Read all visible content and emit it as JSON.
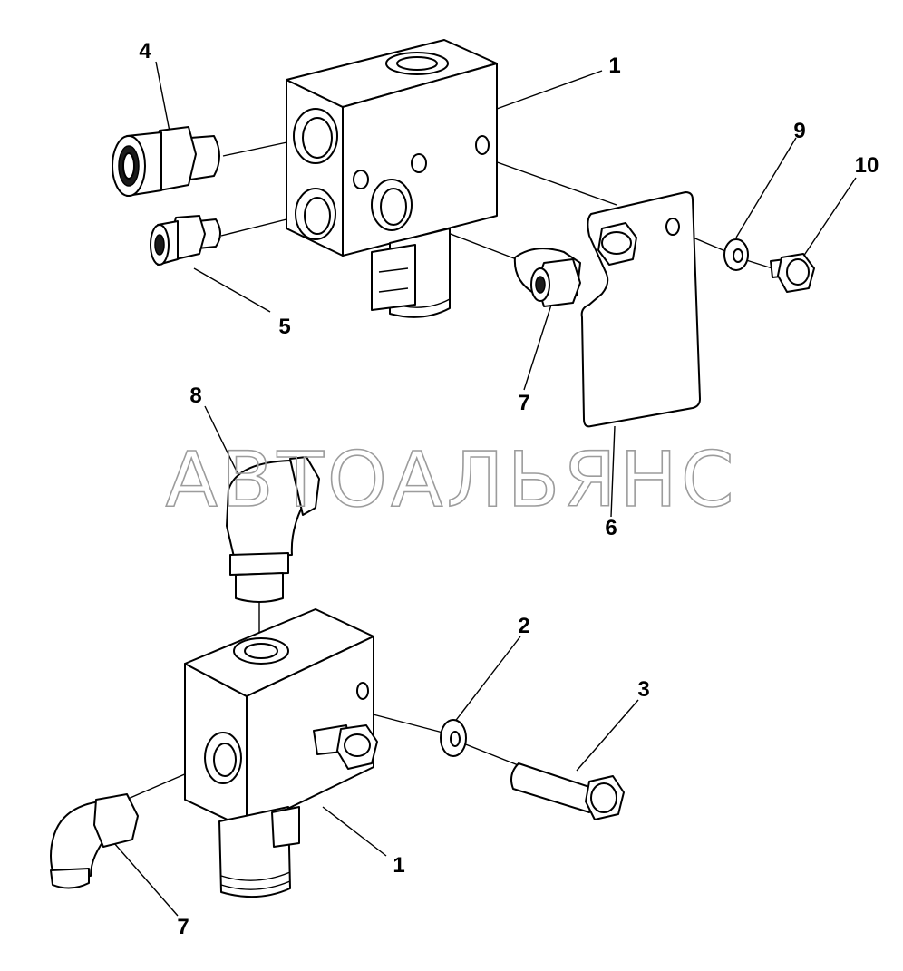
{
  "watermark": {
    "text": "АВТОАЛЬЯНС",
    "color": "#9c9c9c"
  },
  "callouts": {
    "top_block": "1",
    "top_fitting_large": "4",
    "top_fitting_small": "5",
    "top_elbow": "7",
    "bracket": "6",
    "washer_top": "9",
    "bolt_top": "10",
    "elbow_large": "8",
    "washer_bottom": "2",
    "bolt_bottom": "3",
    "bottom_block": "1",
    "bottom_elbow": "7"
  },
  "icons": {
    "valve_block": "valve-block-icon",
    "fitting": "hydraulic-fitting-icon",
    "elbow": "elbow-fitting-icon",
    "bracket": "mounting-bracket-icon",
    "washer": "washer-icon",
    "bolt": "hex-bolt-icon"
  }
}
